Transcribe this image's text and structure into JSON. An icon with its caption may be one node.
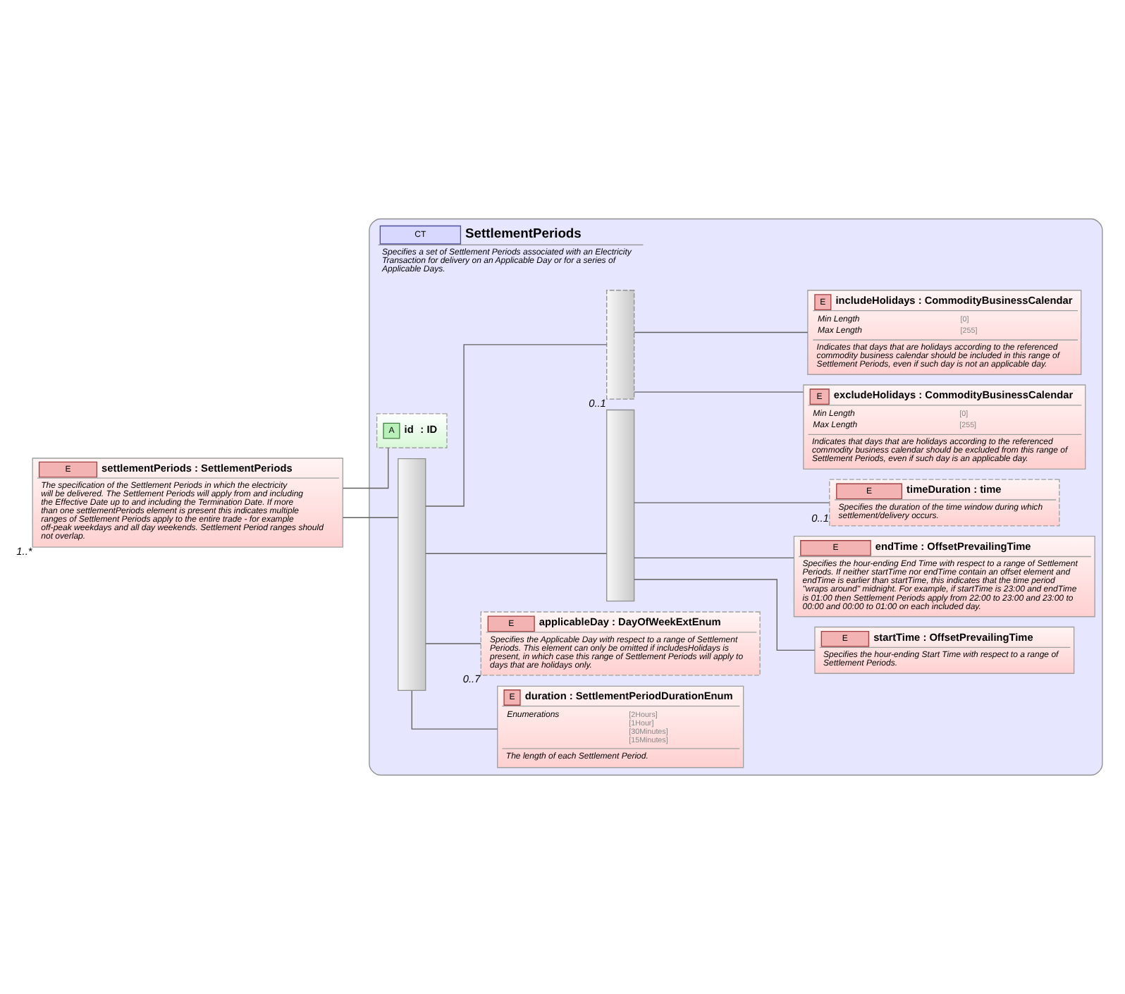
{
  "diagram": {
    "nodes": [
      {
        "text": [
          "E",
          "settlementPeriods : SettlementPeriods",
          "The specification of the Settlement Periods in which the electricity will be delivered. The Settlement Periods will apply from and including the Effective Date up to and including the Termination Date. If more than one settlementPeriods element is present this indicates multiple ranges of Settlement Periods apply to the entire trade - for example off-peak weekdays and all day weekends. Settlement Period ranges should not overlap."
        ],
        "beside": [
          "1..*"
        ]
      },
      {
        "text": [
          "CT",
          "SettlementPeriods",
          "Specifies a set of Settlement Periods associated with an Electricity Transaction for delivery on an Applicable Day or for a series of Applicable Days."
        ]
      },
      {
        "text": [
          "A",
          "id",
          ": ID"
        ],
        "in": 1
      },
      {
        "text": [],
        "shape": "bar",
        "in": 1
      },
      {
        "text": [
          "E",
          "duration : SettlementPeriodDurationEnum",
          "Enumerations",
          "[2Hours]",
          "[1Hour]",
          "[30Minutes]",
          "[15Minutes]",
          "The length of each Settlement Period."
        ],
        "in": 1
      },
      {
        "text": [
          "E",
          "applicableDay : DayOfWeekExtEnum",
          "Specifies the Applicable Day with respect to a range of Settlement Periods. This element can only be omitted if includesHolidays is present, in which case this range of Settlement Periods will apply to days that are holidays only."
        ],
        "beside": [
          "0..7"
        ],
        "in": 1
      },
      {
        "text": [],
        "shape": "bar",
        "in": 1
      },
      {
        "text": [
          "E",
          "startTime : OffsetPrevailingTime",
          "Specifies the hour-ending Start Time with respect to a range of Settlement Periods."
        ],
        "in": 1
      },
      {
        "text": [
          "E",
          "endTime : OffsetPrevailingTime",
          "Specifies the hour-ending End Time with respect to a range of Settlement Periods. If neither startTime nor endTime contain an offset element and endTime is earlier than startTime, this indicates that the time period \"wraps around\" midnight. For example, if startTime is 23:00 and endTime is 01:00 then Settlement Periods apply from 22:00 to 23:00 and 23:00 to 00:00 and 00:00 to 01:00 on each included day."
        ],
        "in": 1
      },
      {
        "text": [
          "E",
          "timeDuration : time",
          "Specifies the duration of the time window during which settlement/delivery occurs."
        ],
        "beside": [
          "0..1"
        ],
        "in": 1
      },
      {
        "text": [],
        "shape": "bar",
        "beside": [
          "0..1"
        ],
        "in": 1
      },
      {
        "text": [
          "E",
          "excludeHolidays : CommodityBusinessCalendar",
          "Min Length",
          "[0]",
          "Max Length",
          "[255]",
          "Indicates that days that are holidays according to the referenced commodity business calendar should be excluded from this range of Settlement Periods, even if such day is an applicable day."
        ],
        "in": 1
      },
      {
        "text": [
          "E",
          "includeHolidays : CommodityBusinessCalendar",
          "Min Length",
          "[0]",
          "Max Length",
          "[255]",
          "Indicates that days that are holidays according to the referenced commodity business calendar should be included in this range of Settlement Periods, even if such day is not an applicable day."
        ],
        "in": 1
      }
    ],
    "edges": [
      {
        "from": 0,
        "to": 2,
        "arrow": "none"
      },
      {
        "from": 0,
        "to": 3,
        "arrow": "none"
      },
      {
        "from": 3,
        "to": 4,
        "arrow": "none"
      },
      {
        "from": 3,
        "to": 5,
        "arrow": "none"
      },
      {
        "from": 3,
        "to": 6,
        "arrow": "none"
      },
      {
        "from": 3,
        "to": 10,
        "arrow": "none"
      },
      {
        "from": 6,
        "to": 7,
        "arrow": "none"
      },
      {
        "from": 6,
        "to": 8,
        "arrow": "none"
      },
      {
        "from": 6,
        "to": 9,
        "arrow": "none"
      },
      {
        "from": 10,
        "to": 11,
        "arrow": "none"
      },
      {
        "from": 10,
        "to": 12,
        "arrow": "none"
      }
    ]
  }
}
